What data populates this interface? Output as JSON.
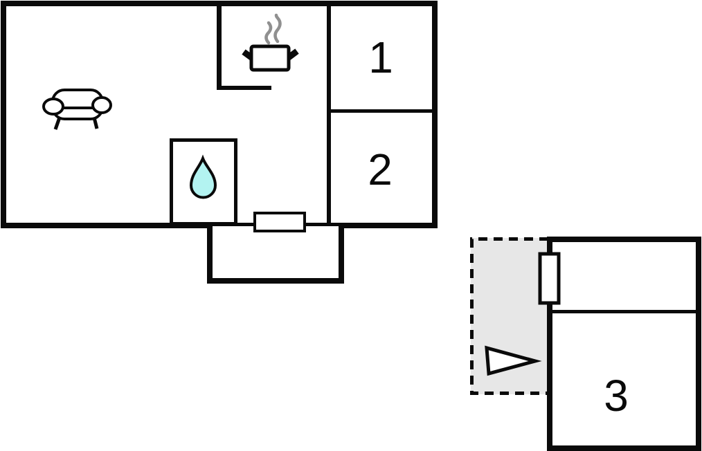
{
  "floor_plan": {
    "type": "apartment-floor-plan",
    "room_labels": {
      "room1": "1",
      "room2": "2",
      "room3": "3"
    },
    "icons": [
      "sofa-icon",
      "cooking-pot-icon",
      "steam-icon",
      "water-drop-icon",
      "door-icon",
      "entrance-arrow-icon"
    ],
    "colors": {
      "wall": "#0a0a0a",
      "background": "#ffffff",
      "terrace_fill": "#e7e7e7",
      "water_drop_fill": "#b3f3f1",
      "steam": "#909090",
      "interior_fill": "#ffffff"
    }
  }
}
